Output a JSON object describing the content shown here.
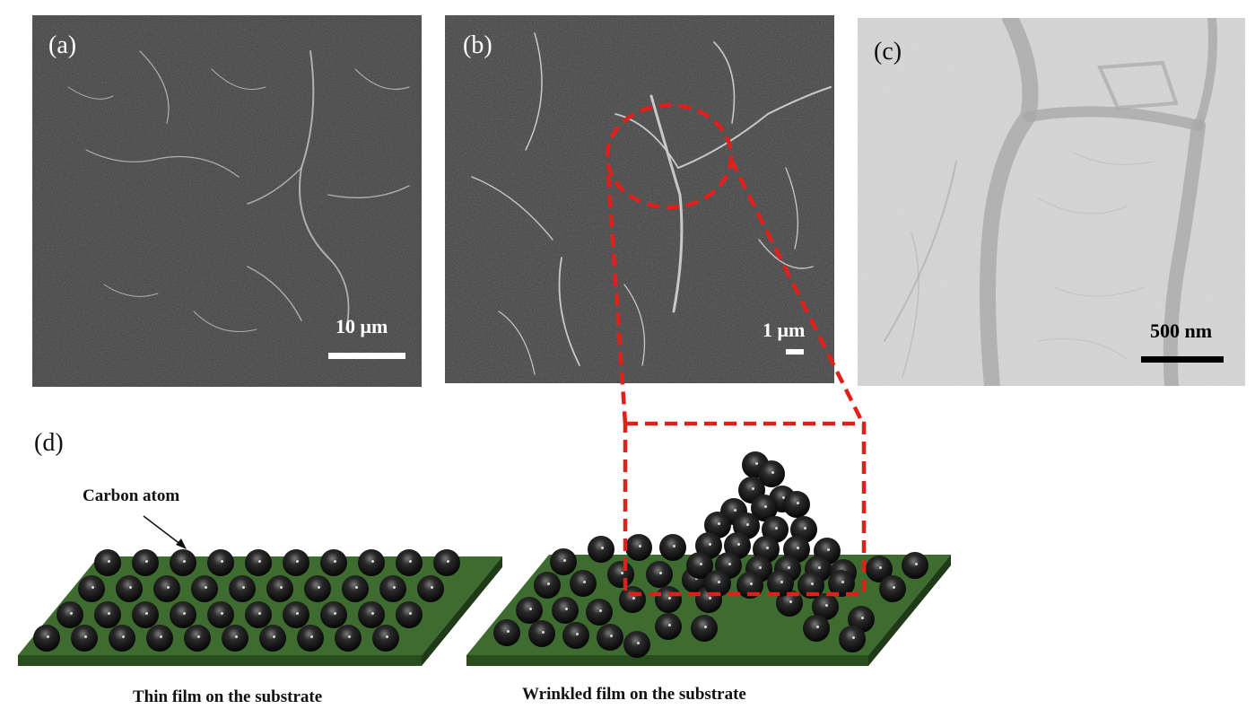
{
  "panels": {
    "a": {
      "label": "(a)",
      "scale": "10 μm"
    },
    "b": {
      "label": "(b)",
      "scale": "1 μm"
    },
    "c": {
      "label": "(c)",
      "scale": "500 nm"
    },
    "d": {
      "label": "(d)"
    }
  },
  "schematic": {
    "atom_label": "Carbon atom",
    "thin_caption": "Thin film on the substrate",
    "wrinkled_caption": "Wrinkled film on the substrate"
  },
  "colors": {
    "substrate_top": "#3e6b2f",
    "substrate_edge": "#2a4d1e",
    "highlight": "#e0201b",
    "sem_background": "#3a3a3a",
    "tem_background": "#d2d2d2"
  }
}
